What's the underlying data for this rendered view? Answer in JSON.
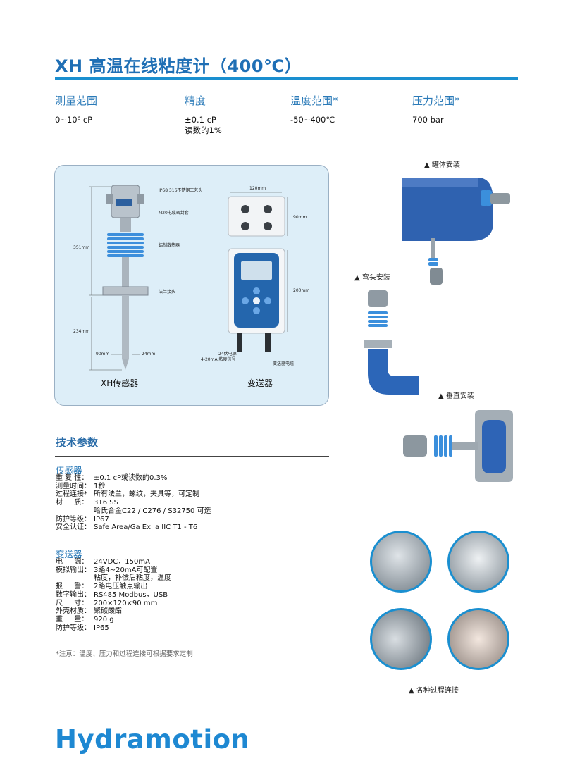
{
  "title": "XH 高温在线粘度计（400℃）",
  "specs": [
    {
      "heading": "测量范围",
      "lines": [
        "0~10⁶ cP"
      ]
    },
    {
      "heading": "精度",
      "lines": [
        "±0.1 cP",
        "读数的1%"
      ]
    },
    {
      "heading": "温度范围*",
      "lines": [
        "-50~400℃"
      ]
    },
    {
      "heading": "压力范围*",
      "lines": [
        "700 bar"
      ]
    }
  ],
  "diagram": {
    "sensor_labels": [
      "IP68 316不锈钢工艺头",
      "M20电缆密封套",
      "铝制散热器",
      "法兰接头"
    ],
    "dims": [
      "351mm",
      "234mm",
      "90mm",
      "24mm",
      "120mm",
      "90mm",
      "200mm"
    ],
    "transmitter_labels": [
      "24伏电源",
      "4-20mA 粘度信号",
      "变送器电缆"
    ],
    "sensor_caption": "XH传感器",
    "transmitter_caption": "变送器"
  },
  "photo_captions": {
    "tank": "▲ 罐体安装",
    "elbow": "▲ 弯头安装",
    "vertical": "▲ 垂直安装",
    "connections": "▲ 各种过程连接"
  },
  "section_title": "技术参数",
  "sensor_group": {
    "title": "传感器",
    "rows": [
      {
        "label": "重 复 性：",
        "value": "±0.1 cP或读数的0.3%"
      },
      {
        "label": "测量时间：",
        "value": "1秒"
      },
      {
        "label": "过程连接*",
        "value": "所有法兰，螺纹，夹具等，可定制"
      },
      {
        "label": "材 　 质：",
        "value": "316 SS"
      },
      {
        "label": "",
        "value": "哈氏合金C22 / C276 / S32750 可选"
      },
      {
        "label": "防护等级：",
        "value": "IP67"
      },
      {
        "label": "安全认证：",
        "value": "Safe Area/Ga Ex ia IIC T1 - T6"
      }
    ]
  },
  "transmitter_group": {
    "title": "变送器",
    "rows": [
      {
        "label": "电 　 源：",
        "value": "24VDC，150mA"
      },
      {
        "label": "模拟输出：",
        "value": "3路4~20mA可配置"
      },
      {
        "label": "",
        "value": "粘度，补偿后粘度，温度"
      },
      {
        "label": "报 　 警：",
        "value": "2路电压触点输出"
      },
      {
        "label": "数字输出：",
        "value": "RS485 Modbus，USB"
      },
      {
        "label": "尺 　 寸：",
        "value": "200×120×90 mm"
      },
      {
        "label": "外壳材质：",
        "value": "聚碳酸酯"
      },
      {
        "label": "重 　 量：",
        "value": "920 g"
      },
      {
        "label": "防护等级：",
        "value": "IP65"
      }
    ]
  },
  "note": "*注意：温度、压力和过程连接可根据要求定制",
  "logo": "Hydramotion",
  "colors": {
    "accent": "#1a8fd0",
    "heading": "#1f6fb5",
    "panel": "#ddeef8"
  }
}
